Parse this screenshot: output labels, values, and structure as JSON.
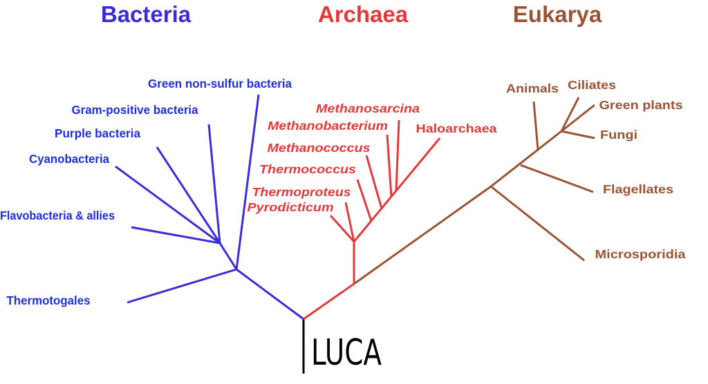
{
  "colors": {
    "bacteria": "#3b2bd9",
    "bacteria_label": "#1f2de0",
    "archaea": "#e5383b",
    "eukarya": "#9b5335",
    "root": "#000000"
  },
  "domains": {
    "bacteria": "Bacteria",
    "archaea": "Archaea",
    "eukarya": "Eukarya"
  },
  "root": {
    "label": "LUCA"
  },
  "bacteria": {
    "leaves": [
      "Green non-sulfur bacteria",
      "Gram-positive bacteria",
      "Purple bacteria",
      "Cyanobacteria",
      "Flavobacteria & allies",
      "Thermotogales"
    ]
  },
  "archaea": {
    "leaves": [
      "Methanosarcina",
      "Methanobacterium",
      "Haloarchaea",
      "Methanococcus",
      "Thermococcus",
      "Thermoproteus",
      "Pyrodicticum"
    ]
  },
  "eukarya": {
    "leaves": [
      "Animals",
      "Ciliates",
      "Green plants",
      "Fungi",
      "Flagellates",
      "Microsporidia"
    ]
  }
}
